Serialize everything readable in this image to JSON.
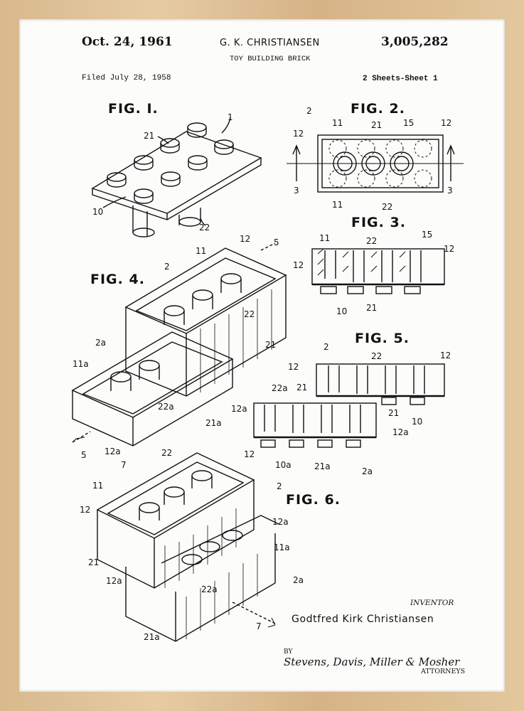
{
  "header": {
    "date": "Oct. 24, 1961",
    "inventor_short": "G. K. CHRISTIANSEN",
    "patent_number": "3,005,282",
    "title": "TOY BUILDING BRICK",
    "filed": "Filed July 28, 1958",
    "sheets": "2 Sheets-Sheet 1"
  },
  "figures": {
    "fig1": "FIG. I.",
    "fig2": "FIG. 2.",
    "fig3": "FIG. 3.",
    "fig4": "FIG. 4.",
    "fig5": "FIG. 5.",
    "fig6": "FIG. 6."
  },
  "footer": {
    "inventor_label": "INVENTOR",
    "inventor_name": "Godtfred Kirk Christiansen",
    "by": "BY",
    "attorneys_signature": "Stevens, Davis, Miller & Mosher",
    "attorneys_label": "ATTORNEYS"
  },
  "colors": {
    "frame": "#d9b98e",
    "paper": "#fcfcfa",
    "ink": "#111111"
  }
}
